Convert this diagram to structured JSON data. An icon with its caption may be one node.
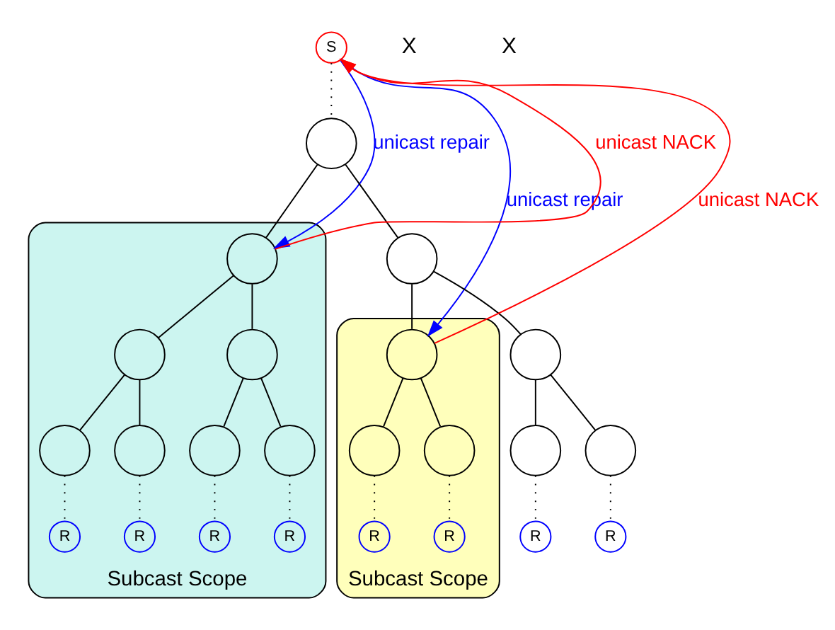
{
  "diagram": {
    "nodes": [
      {
        "text": [
          "S"
        ]
      },
      {
        "text": [],
        "shape": "circle"
      },
      {
        "text": [
          "Subcast Scope"
        ]
      },
      {
        "text": [],
        "shape": "circle",
        "in": 2
      },
      {
        "text": [],
        "shape": "circle",
        "in": 2
      },
      {
        "text": [],
        "shape": "circle",
        "in": 2
      },
      {
        "text": [],
        "shape": "circle",
        "in": 2
      },
      {
        "text": [],
        "shape": "circle",
        "in": 2
      },
      {
        "text": [],
        "shape": "circle",
        "in": 2
      },
      {
        "text": [],
        "shape": "circle",
        "in": 2
      },
      {
        "text": [
          "R"
        ],
        "in": 2
      },
      {
        "text": [
          "R"
        ],
        "in": 2
      },
      {
        "text": [
          "R"
        ],
        "in": 2
      },
      {
        "text": [
          "R"
        ],
        "in": 2
      },
      {
        "text": [],
        "shape": "circle"
      },
      {
        "text": [],
        "shape": "circle"
      },
      {
        "text": [],
        "shape": "circle"
      },
      {
        "text": [],
        "shape": "circle"
      },
      {
        "text": [
          "R"
        ]
      },
      {
        "text": [
          "R"
        ]
      },
      {
        "text": [
          "Subcast Scope"
        ]
      },
      {
        "text": [],
        "shape": "circle",
        "in": 20
      },
      {
        "text": [],
        "shape": "circle",
        "in": 20
      },
      {
        "text": [],
        "shape": "circle",
        "in": 20
      },
      {
        "text": [
          "R"
        ],
        "in": 20
      },
      {
        "text": [
          "R"
        ],
        "in": 20
      }
    ],
    "edges": [
      {
        "from": 0,
        "to": 1,
        "arrow": "none",
        "style": "dashed"
      },
      {
        "from": 1,
        "to": 3,
        "arrow": "none"
      },
      {
        "from": 1,
        "to": 14,
        "arrow": "none"
      },
      {
        "from": 3,
        "to": 4,
        "arrow": "none"
      },
      {
        "from": 3,
        "to": 5,
        "arrow": "none"
      },
      {
        "from": 4,
        "to": 6,
        "arrow": "none"
      },
      {
        "from": 4,
        "to": 7,
        "arrow": "none"
      },
      {
        "from": 5,
        "to": 8,
        "arrow": "none"
      },
      {
        "from": 5,
        "to": 9,
        "arrow": "none"
      },
      {
        "from": 6,
        "to": 10,
        "arrow": "none",
        "style": "dashed"
      },
      {
        "from": 7,
        "to": 11,
        "arrow": "none",
        "style": "dashed"
      },
      {
        "from": 8,
        "to": 12,
        "arrow": "none",
        "style": "dashed"
      },
      {
        "from": 9,
        "to": 13,
        "arrow": "none",
        "style": "dashed"
      },
      {
        "from": 14,
        "to": 15,
        "arrow": "none"
      },
      {
        "from": 14,
        "to": 21,
        "arrow": "none"
      },
      {
        "from": 15,
        "to": 16,
        "arrow": "none"
      },
      {
        "from": 15,
        "to": 17,
        "arrow": "none"
      },
      {
        "from": 16,
        "to": 18,
        "arrow": "none",
        "style": "dashed"
      },
      {
        "from": 17,
        "to": 19,
        "arrow": "none",
        "style": "dashed"
      },
      {
        "from": 21,
        "to": 22,
        "arrow": "none"
      },
      {
        "from": 21,
        "to": 23,
        "arrow": "none"
      },
      {
        "from": 22,
        "to": 24,
        "arrow": "none",
        "style": "dashed"
      },
      {
        "from": 23,
        "to": 25,
        "arrow": "none",
        "style": "dashed"
      },
      {
        "from": 0,
        "to": 3,
        "arrow": "to",
        "label": "unicast repair",
        "color": "#0000ff"
      },
      {
        "from": 3,
        "to": 0,
        "arrow": "to",
        "label": "unicast NACK",
        "color": "#ff0000"
      },
      {
        "from": 0,
        "to": 21,
        "arrow": "to",
        "label": "unicast repair",
        "color": "#0000ff"
      },
      {
        "from": 21,
        "to": 0,
        "arrow": "to",
        "label": "unicast NACK",
        "color": "#ff0000"
      }
    ],
    "labels": [
      "X",
      "X"
    ]
  }
}
